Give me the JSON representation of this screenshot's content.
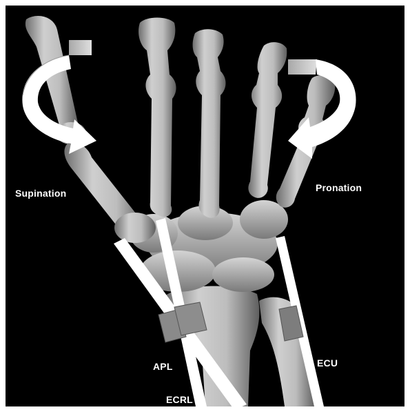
{
  "figure": {
    "background_color": "#000000",
    "bone_color": "#b8b8b8",
    "tendon_color": "#ffffff",
    "muscle_patch_color": "#8a8a8a",
    "arrow_color": "#ffffff",
    "arrow_tail_color": "#c8c8c8"
  },
  "labels": {
    "supination": "Supination",
    "pronation": "Pronation",
    "apl": "APL",
    "ecrl": "ECRL",
    "ecu": "ECU"
  }
}
